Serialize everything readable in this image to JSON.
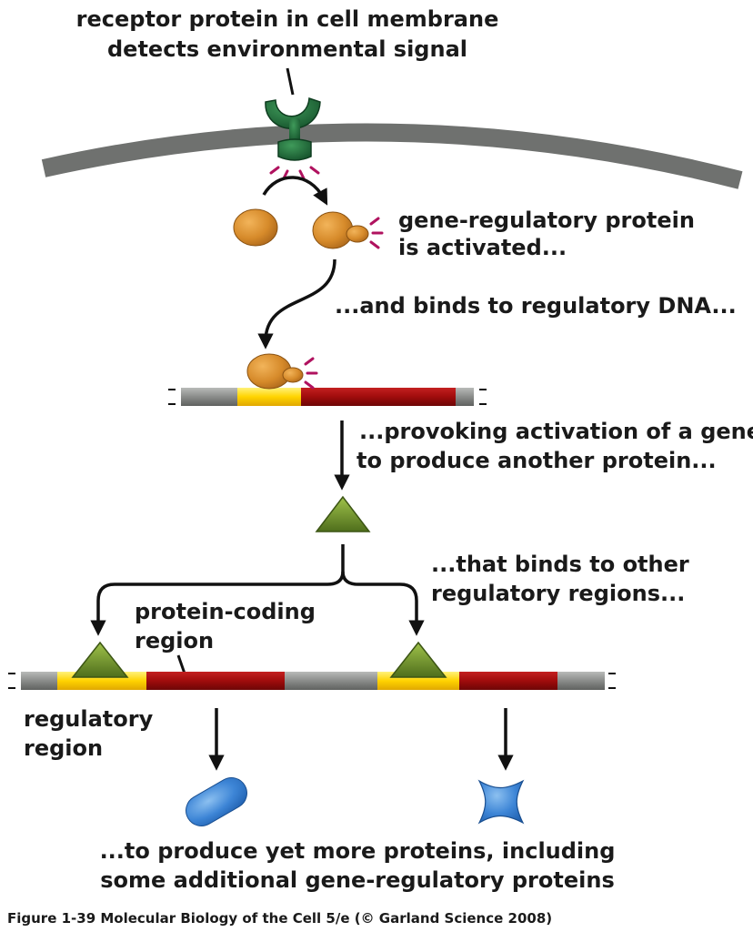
{
  "labels": {
    "receptor_line1": "receptor protein in cell membrane",
    "receptor_line2": "detects environmental signal",
    "activated_line1": "gene-regulatory protein",
    "activated_line2": "is activated...",
    "binds_dna": "...and binds to regulatory DNA...",
    "provoking_line1": "...provoking activation of a gene",
    "provoking_line2": "to produce another protein...",
    "binds_other_line1": "...that binds to other",
    "binds_other_line2": "regulatory regions...",
    "coding_line1": "protein-coding",
    "coding_line2": "region",
    "regulatory_line1": "regulatory",
    "regulatory_line2": "region",
    "produce_line1": "...to produce yet more proteins, including",
    "produce_line2": "some additional gene-regulatory proteins"
  },
  "caption": "Figure 1-39  Molecular Biology of the Cell 5/e (© Garland Science 2008)",
  "colors": {
    "membrane": "#6f716f",
    "receptor": "#1f6b3a",
    "regulatory_protein": "#d68a2a",
    "signal_ticks": "#b0125f",
    "dna_gray": "#8a8c8a",
    "regulatory_region": "#ffd300",
    "coding_region": "#a80d0d",
    "triangle_protein": "#6a8f2a",
    "product_blue": "#3d85d6"
  }
}
